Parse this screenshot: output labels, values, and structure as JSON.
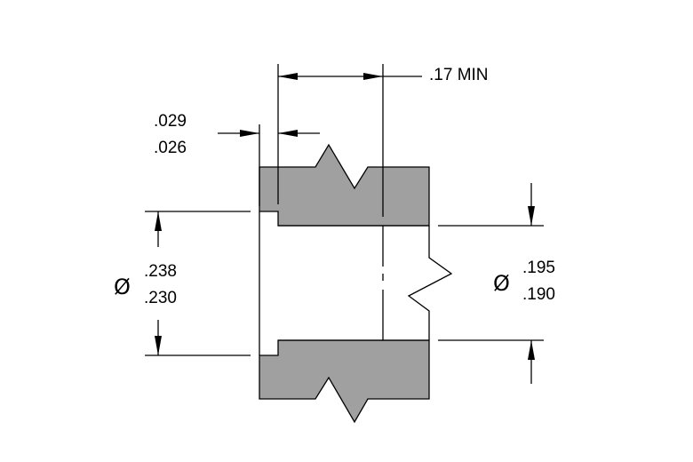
{
  "dimensions": {
    "min_length": ".17 MIN",
    "counterbore_depth": {
      "upper": ".029",
      "lower": ".026"
    },
    "outer_diameter": {
      "symbol": "Ø",
      "upper": ".238",
      "lower": ".230"
    },
    "inner_diameter": {
      "symbol": "Ø",
      "upper": ".195",
      "lower": ".190"
    }
  },
  "colors": {
    "section_fill": "#a0a0a0",
    "line": "#000000",
    "background": "#ffffff"
  }
}
